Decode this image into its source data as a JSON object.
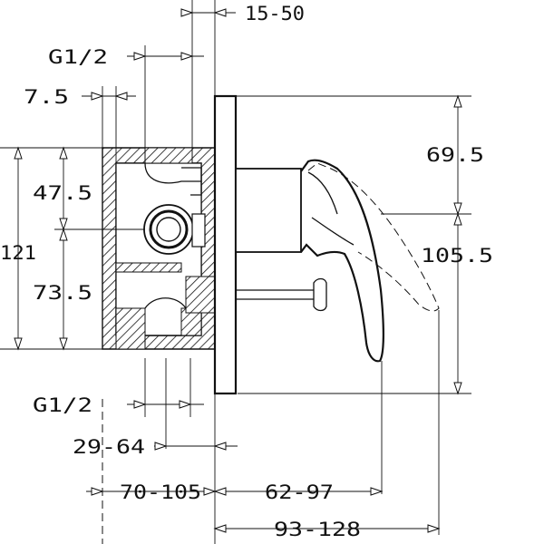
{
  "dimensions": {
    "top_15_50": "15-50",
    "g_top": "G1/2",
    "d_7_5": "7.5",
    "d_47_5": "47.5",
    "d_121": "121",
    "d_73_5": "73.5",
    "g_bottom": "G1/2",
    "d_29_64": "29-64",
    "d_70_105": "70-105",
    "d_62_97": "62-97",
    "d_93_128": "93-128",
    "d_69_5": "69.5",
    "d_105_5": "105.5"
  }
}
